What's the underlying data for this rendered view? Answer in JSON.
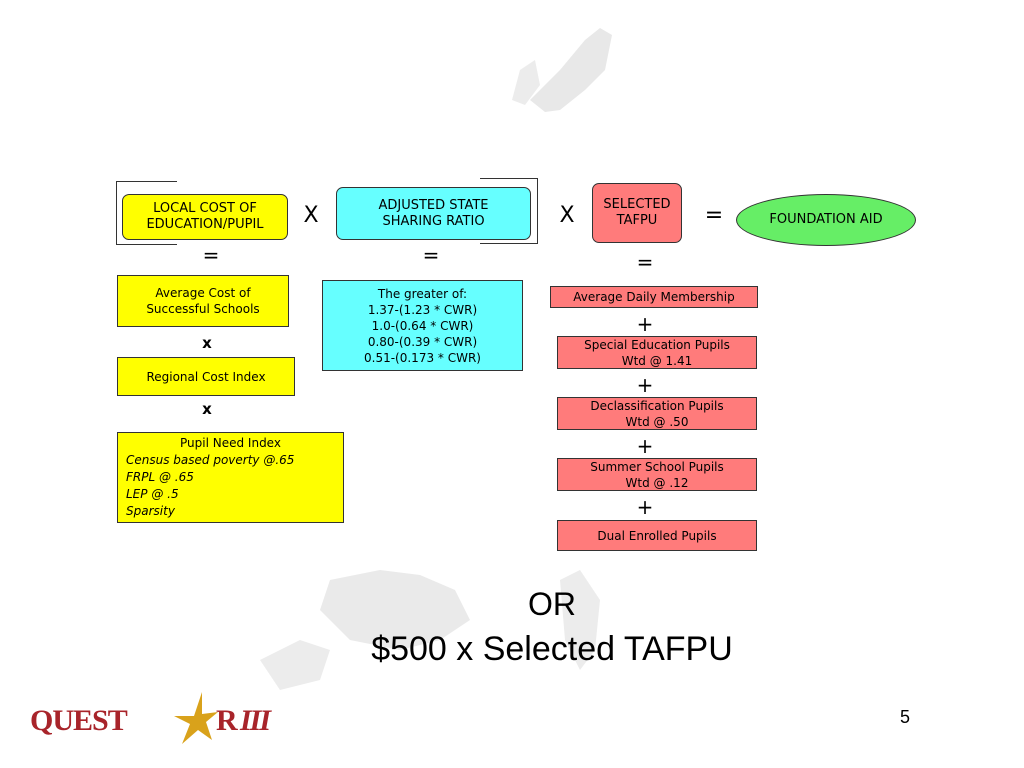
{
  "row1": {
    "local_cost": [
      "LOCAL COST OF",
      "EDUCATION/PUPIL"
    ],
    "adjusted_ratio": [
      "ADJUSTED STATE",
      "SHARING RATIO"
    ],
    "selected_tafpu": [
      "SELECTED",
      "TAFPU"
    ],
    "foundation_aid": "FOUNDATION AID",
    "times": "X",
    "equals": "="
  },
  "col1": {
    "equals": "=",
    "avg_cost": [
      "Average Cost of",
      "Successful Schools"
    ],
    "x1": "x",
    "regional": "Regional Cost Index",
    "x2": "x",
    "pupil_need": {
      "title": "Pupil Need Index",
      "items": [
        "Census based poverty @.65",
        "FRPL @ .65",
        "LEP @ .5",
        "Sparsity"
      ]
    }
  },
  "col2": {
    "equals": "=",
    "greater_of": [
      "The greater of:",
      "1.37-(1.23 * CWR)",
      "1.0-(0.64 * CWR)",
      "0.80-(0.39 * CWR)",
      "0.51-(0.173 * CWR)"
    ]
  },
  "col3": {
    "equals": "=",
    "adm": "Average Daily Membership",
    "plus": "+",
    "sped": [
      "Special Education Pupils",
      "Wtd @ 1.41"
    ],
    "declass": [
      "Declassification Pupils",
      "Wtd @ .50"
    ],
    "summer": [
      "Summer School Pupils",
      "Wtd @ .12"
    ],
    "dual": "Dual Enrolled Pupils"
  },
  "footer": {
    "or": "OR",
    "alt": "$500 x Selected TAFPU",
    "page_number": "5",
    "logo_left": "QUEST",
    "logo_right": "R",
    "logo_numeral": "III"
  },
  "colors": {
    "yellow": "#ffff00",
    "cyan": "#66ffff",
    "pink": "#ff7b7b",
    "green": "#66ee66",
    "logo_red": "#a8242a",
    "logo_gold": "#d9a21b"
  }
}
